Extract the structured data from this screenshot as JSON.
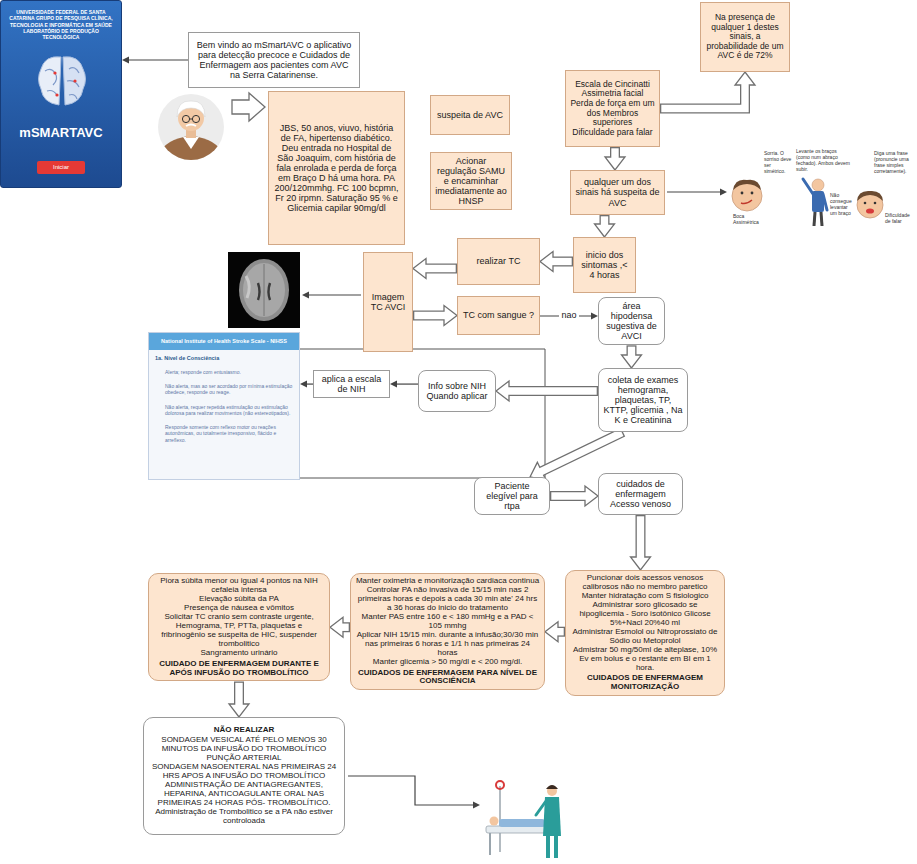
{
  "diagram": {
    "nodes": [
      {
        "text": [
          "UNIVERSIDADE FEDERAL DE SANTA CATARINA GRUPO DE PESQUISA CLÍNICA, TECNOLOGIA E INFORMÁTICA EM SAÚDE LABORATÓRIO DE PRODUÇÃO TECNOLÓGICA",
          "mSMARTAVC",
          "Iniciar"
        ]
      },
      {
        "text": [
          "Bem vindo ao mSmartAVC o aplicativo para detecção precoce e Cuidados de Enfermagem aos pacientes com AVC na Serra Catarinense."
        ]
      },
      {
        "text": [
          "JBS, 50 anos, viuvo, história de FA, hipertenso diabético. Deu entrada no Hospital de São Joaquim, com história de fala enrolada e perda de força em Braço D há uma hora. PA 200/120mmhg. FC 100 bcpmn, Fr 20 irpmn. Saturação 95 % e Glicemia capilar 90mg/dl"
        ]
      },
      {
        "text": [
          "suspeita de AVC"
        ]
      },
      {
        "text": [
          "Acionar regulação SAMU e encaminhar imediatamente ao HNSP"
        ]
      },
      {
        "text": [
          "Escala de Cincinatti",
          "Assimetria facial",
          "Perda de força em um dos Membros superiores",
          "Dificuldade para falar"
        ]
      },
      {
        "text": [
          "Na presença de qualquer 1 destes sinais, a probabilidade de um AVC é de 72%"
        ]
      },
      {
        "text": [
          "qualquer um dos sinais há suspeita de AVC"
        ]
      },
      {
        "text": [
          "inicio dos sintomas ,< 4 horas"
        ]
      },
      {
        "text": [
          "realizar TC"
        ]
      },
      {
        "text": [
          "Imagem TC AVCI"
        ]
      },
      {
        "text": [
          "TC com sangue ?"
        ]
      },
      {
        "text": [
          "área hipodensa sugestiva de AVCI"
        ]
      },
      {
        "text": [
          "coleta de exames hemograma, plaquetas, TP, KTTP, glicemia , Na K e Creatinina"
        ]
      },
      {
        "text": [
          "Info sobre NIH Quando aplicar"
        ]
      },
      {
        "text": [
          "aplica a escala de NIH"
        ]
      },
      {
        "text": [
          "National Institute of Health Stroke Scale - NIHSS",
          "1a. Nível de Consciência",
          "Alerta; responde com entusiasmo.",
          "Não alerta, mas ao ser acordado por mínima estimulação obedece, responde ou reage.",
          "Não alerta, requer repetida estimulação ou estimulação dolorosa para realizar movimentos (não estereotipados).",
          "Responde somente com reflexo motor ou reações autonômicas, ou totalmente irresponsivo, flácido e arreflexo."
        ]
      },
      {
        "text": [
          "Paciente elegível para rtpa"
        ]
      },
      {
        "text": [
          "cuidados de enfermagem Acesso venoso"
        ]
      },
      {
        "text": [
          "Puncionar dois acessos venosos calibrosos não no membro paretico",
          "Manter hidratação com S fisiologico",
          "Administrar soro glicosado se hipoglicemia - Soro isotônico Glicose 5%+Nacl 20%40 ml",
          "Administrar Esmolol ou Nitroprossiato de Sódio ou Metoprolol",
          "Admistrar 50 mg/50ml de alteplase, 10% Ev em bolus e o restante em BI em 1 hora.",
          "CUIDADOS DE ENFERMAGEM MONITORIZAÇÃO"
        ]
      },
      {
        "text": [
          "Manter oximetria e monitorização cardiaca continua",
          "Controlar PA não invasiva de 15/15 min nas 2 primeiras horas e depois a cada 30 min ate' 24 hrs a 36 horas do inicio do tratamento",
          "Manter PAS entre 160 e < 180 mmHg e a PAD < 105 mmhg",
          "Aplicar NIH 15/15 min. durante a infusão;30/30 min nas primeiras 6 horas e 1/1 h nas primeiras 24 horas",
          "Manter glicemia > 50 mg/dl e < 200 mg/dl.",
          "CUIDADOS DE ENFERMAGEM PARA NÍVEL DE CONSCIÊNCIA"
        ]
      },
      {
        "text": [
          "Piora súbita menor ou igual 4 pontos na NIH",
          "cefaleia intensa",
          "Elevação súbita da PA",
          "Presença de náusea e vômitos",
          "Solicitar TC cranio sem contraste urgente, Hemograma, TP, PTTa, plaquetas e fribrinogênio se suspeita de HIC, suspender trombolitico",
          "Sangramento urinário",
          "CUIDADO DE ENFERMAGEM DURANTE E APÓS INFUSÃO DO TROMBOLÍTICO"
        ]
      },
      {
        "text": [
          "NÃO REALIZAR",
          "SONDAGEM VESICAL ATÉ PELO MENOS 30 MINUTOS DA INFUSÃO DO TROMBOLÍTICO",
          "PUNÇÃO ARTERIAL",
          "SONDAGEM NASOENTERAL NAS PRIMEIRAS 24 HRS APOS A INFUSÃO DO TROMBOLÍTICO",
          "ADMINISTRAÇÃO DE ANTIAGREGANTES, HEPARINA, ANTICOAGULANTE ORAL NAS PRIMEIRAS 24 HORAS PÓS- TROMBOLÍTICO.",
          "Administração de Trombolitico se a PA não estiver controloada"
        ]
      }
    ],
    "edges": [
      {
        "from": 1,
        "to": 0,
        "arrow": "to"
      },
      {
        "from": 5,
        "to": 6,
        "arrow": "to"
      },
      {
        "from": 5,
        "to": 7,
        "arrow": "to"
      },
      {
        "from": 7,
        "to": 8,
        "arrow": "to"
      },
      {
        "from": 8,
        "to": 9,
        "arrow": "to"
      },
      {
        "from": 9,
        "to": 10,
        "arrow": "to"
      },
      {
        "from": 10,
        "to": 11,
        "arrow": "to"
      },
      {
        "from": 11,
        "to": 12,
        "arrow": "to",
        "label": "nao"
      },
      {
        "from": 12,
        "to": 13,
        "arrow": "to"
      },
      {
        "from": 13,
        "to": 14,
        "arrow": "to"
      },
      {
        "from": 14,
        "to": 15,
        "arrow": "to"
      },
      {
        "from": 15,
        "to": 16,
        "arrow": "to"
      },
      {
        "from": 13,
        "to": 17,
        "arrow": "to"
      },
      {
        "from": 17,
        "to": 18,
        "arrow": "to"
      },
      {
        "from": 18,
        "to": 19,
        "arrow": "to"
      },
      {
        "from": 19,
        "to": 20,
        "arrow": "to"
      },
      {
        "from": 20,
        "to": 21,
        "arrow": "to"
      },
      {
        "from": 21,
        "to": 22,
        "arrow": "to"
      }
    ],
    "labels": [
      "Sorria. O sorriso deve ser simétrico.",
      "Boca Assimétrica",
      "Levante os braços (como num abraço fechado). Ambos devem subir.",
      "Não consegue levantar um braço",
      "Diga uma frase (pronuncie uma frase simples corretamente).",
      "Dificuldade de falar"
    ]
  }
}
